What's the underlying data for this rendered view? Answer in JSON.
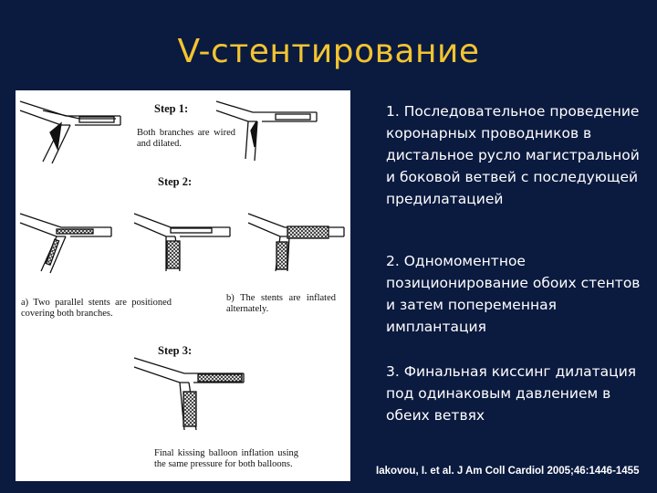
{
  "slide": {
    "title": "V-стентирование"
  },
  "figure": {
    "step1_label": "Step 1:",
    "step1_caption": "Both branches are wired and dilated.",
    "step2_label": "Step 2:",
    "step2a_caption": "a) Two parallel stents are positioned covering both branches.",
    "step2b_caption": "b) The stents are inflated alternately.",
    "step3_label": "Step 3:",
    "step3_caption": "Final kissing balloon inflation using the same pressure for both balloons."
  },
  "steps": [
    {
      "text": "1. Последовательное проведение коронарных проводников в дистальное русло магистральной и боковой ветвей с последующей предилатацией"
    },
    {
      "text": "2. Одномоментное позиционирование обоих стентов и затем попеременная имплантация"
    },
    {
      "text": "3. Финальная киссинг дилатация под одинаковым давлением в обеих ветвях"
    }
  ],
  "citation": "Iakovou, I. et al. J Am Coll Cardiol 2005;46:1446-1455",
  "colors": {
    "background": "#0b1a3f",
    "title": "#f2c431",
    "body_text": "#ffffff"
  }
}
